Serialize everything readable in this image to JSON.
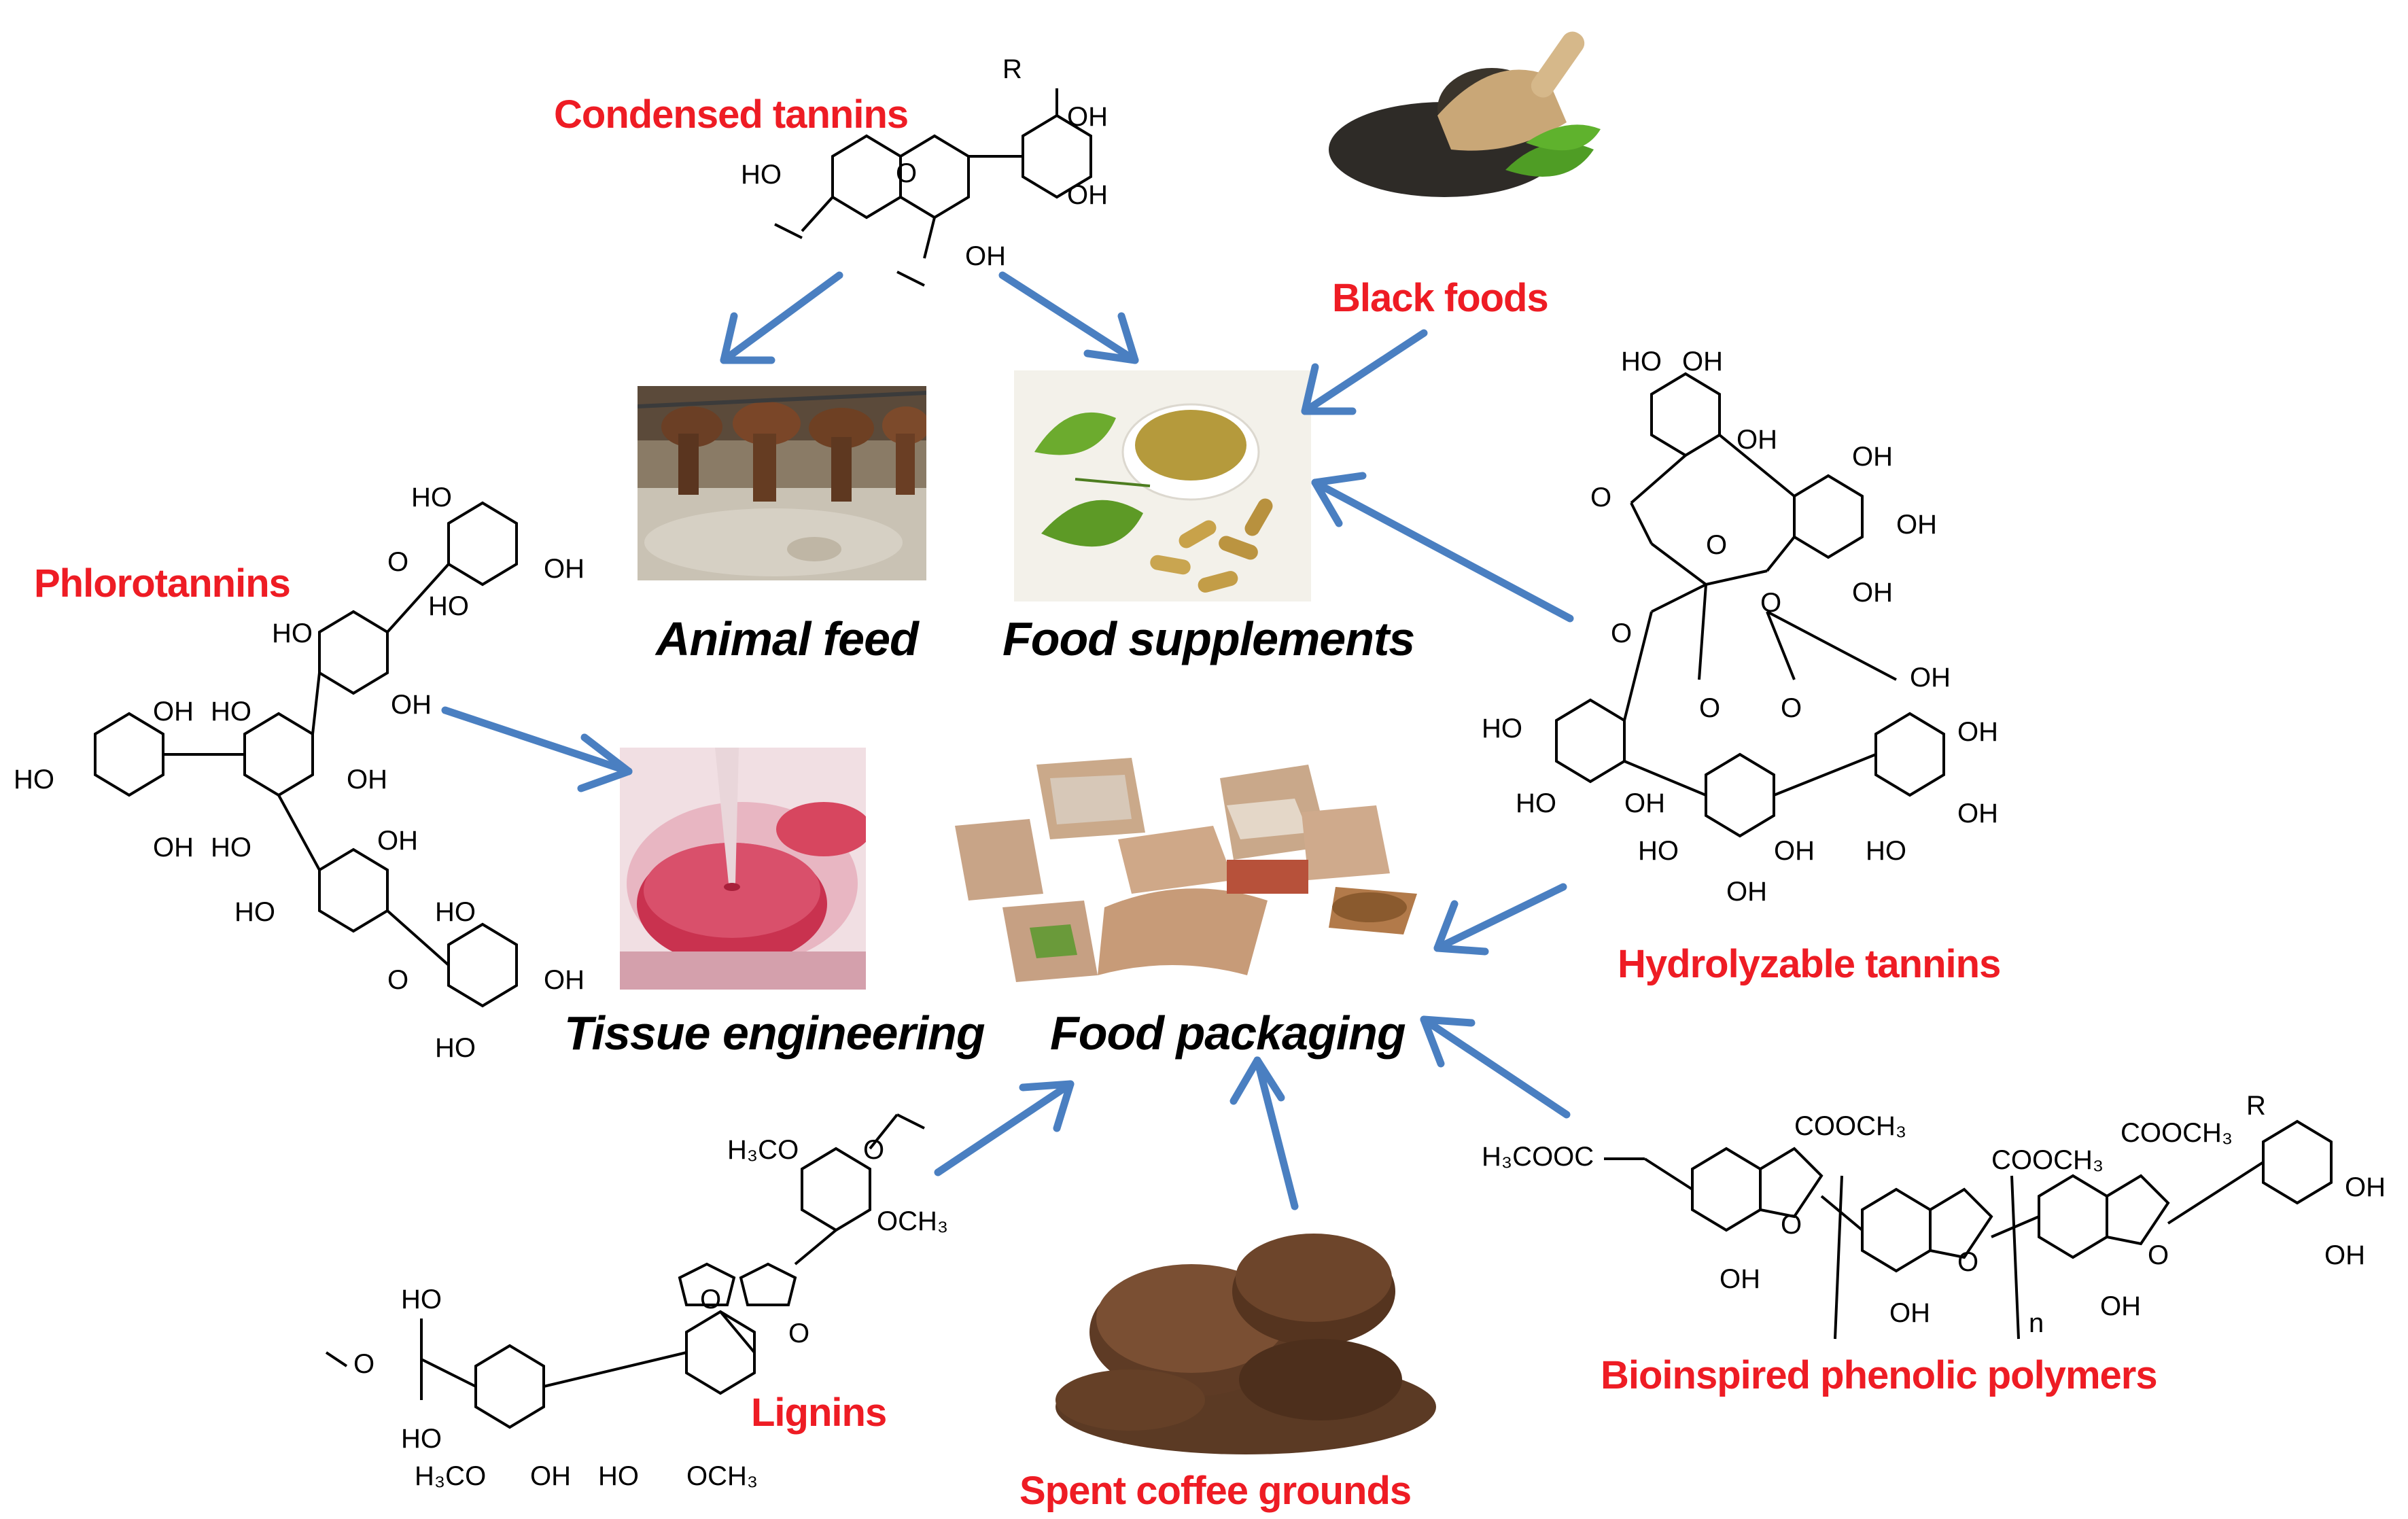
{
  "sources": {
    "condensed_tannins": "Condensed tannins",
    "black_foods": "Black foods",
    "phlorotannins": "Phlorotannins",
    "hydrolyzable_tannins": "Hydrolyzable tannins",
    "lignins": "Lignins",
    "spent_coffee_grounds": "Spent coffee grounds",
    "bioinspired_phenolic_polymers": "Bioinspired phenolic polymers"
  },
  "applications": {
    "animal_feed": "Animal feed",
    "food_supplements": "Food supplements",
    "tissue_engineering": "Tissue engineering",
    "food_packaging": "Food packaging"
  },
  "chem_labels": {
    "R": "R",
    "OH": "OH",
    "HO": "HO",
    "O": "O",
    "OCH3": "OCH₃",
    "H3CO": "H₃CO",
    "COOCH3": "COOCH₃",
    "H3COOC": "H₃COOC",
    "n": "n"
  },
  "colors": {
    "source_label": "#ee1c24",
    "app_label": "#000000",
    "arrow": "#4a7fc1"
  }
}
